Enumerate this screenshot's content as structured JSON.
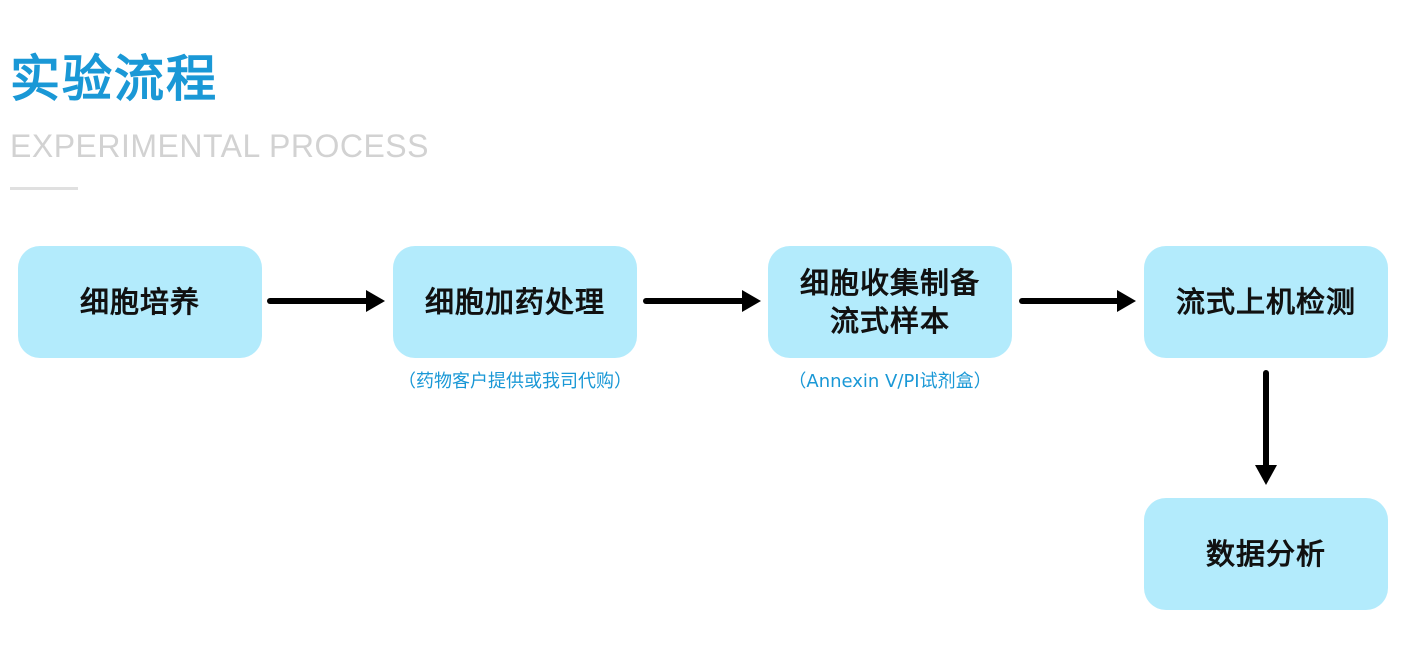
{
  "header": {
    "title": "实验流程",
    "subtitle": "EXPERIMENTAL PROCESS"
  },
  "colors": {
    "accent": "#1a98d6",
    "node_fill": "#b3ebfc",
    "arrow": "#000000",
    "subtitle": "#d2d2d2"
  },
  "steps": [
    {
      "label": "细胞培养"
    },
    {
      "label": "细胞加药处理",
      "note": "（药物客户提供或我司代购）"
    },
    {
      "label": "细胞收集制备\n流式样本",
      "note": "（Annexin V/PI试剂盒）"
    },
    {
      "label": "流式上机检测"
    },
    {
      "label": "数据分析"
    }
  ]
}
